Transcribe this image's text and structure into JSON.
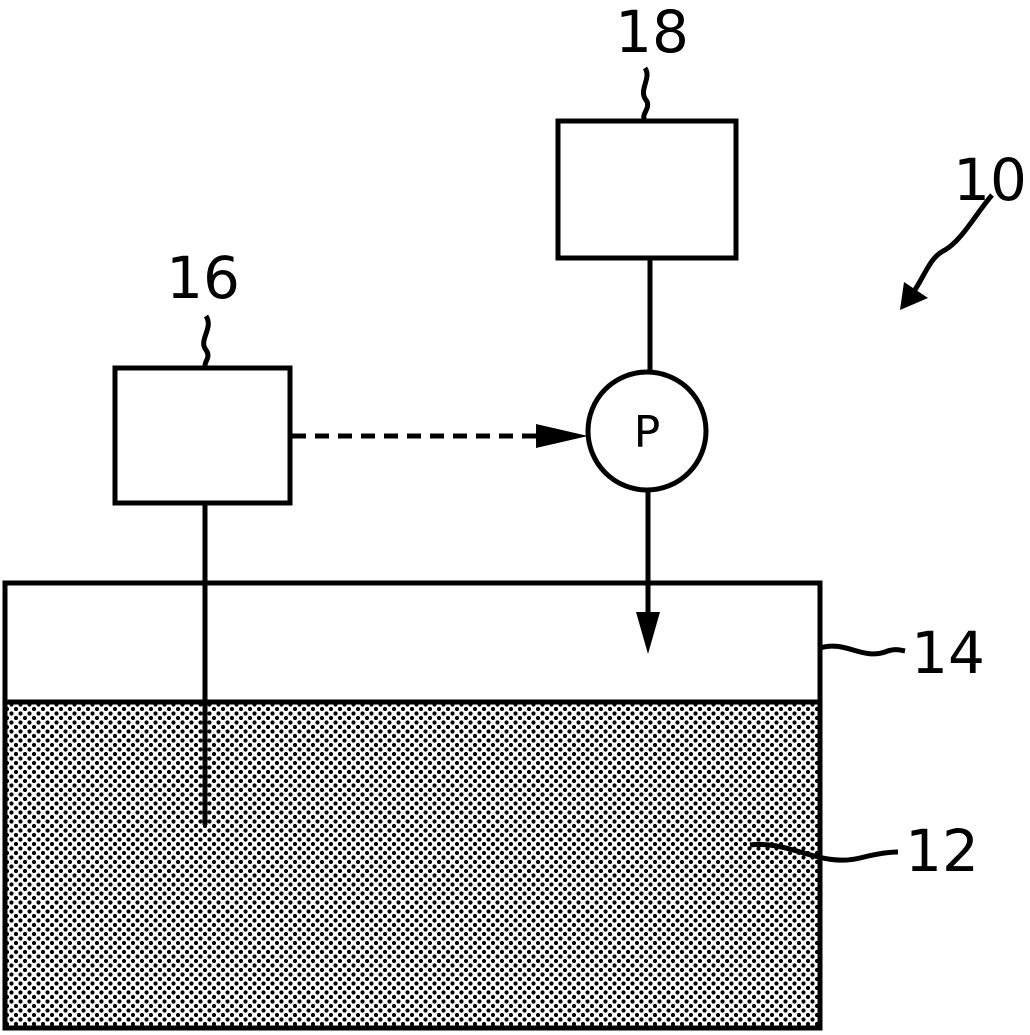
{
  "labels": {
    "system": "10",
    "liquid": "12",
    "space": "14",
    "sensor": "16",
    "source": "18",
    "pump": "P"
  }
}
